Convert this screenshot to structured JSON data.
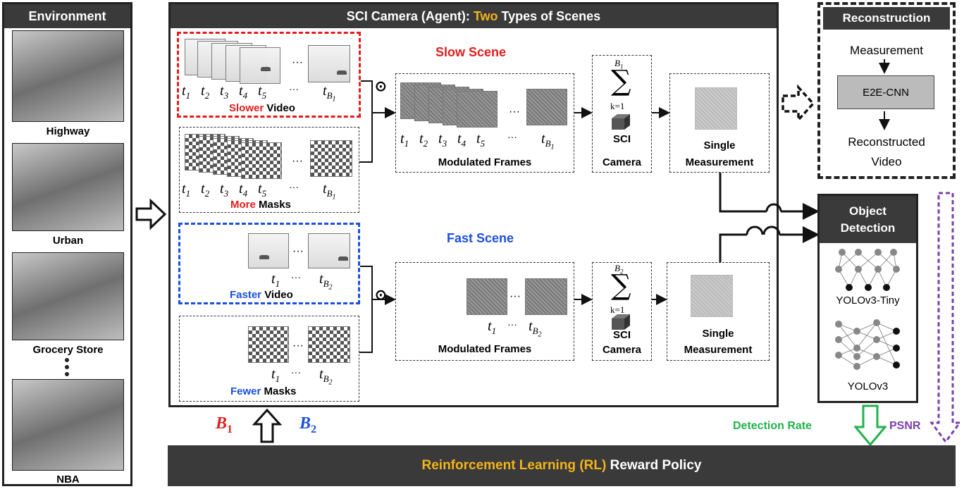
{
  "environment": {
    "title": "Environment",
    "items": [
      "Highway",
      "Urban",
      "Grocery Store",
      "NBA"
    ]
  },
  "camera": {
    "title_prefix": "SCI Camera (Agent): ",
    "title_highlight": "Two",
    "title_suffix": " Types of Scenes",
    "slow_scene": "Slow Scene",
    "fast_scene": "Fast Scene",
    "slower_video_colored": "Slower",
    "slower_video_rest": " Video",
    "more_masks_colored": "More",
    "more_masks_rest": " Masks",
    "faster_video_colored": "Faster",
    "faster_video_rest": " Video",
    "fewer_masks_colored": "Fewer",
    "fewer_masks_rest": " Masks",
    "modulated_frames": "Modulated Frames",
    "sci": "SCI",
    "camera": "Camera",
    "single": "Single",
    "measurement": "Measurement",
    "ellipsis": "···",
    "odot": "⊙",
    "sum_symbol": "∑",
    "sum_upper_1": "B",
    "sum_upper_sub_1": "1",
    "sum_upper_2": "B",
    "sum_upper_sub_2": "2",
    "sum_lower": "k=1",
    "t": "t",
    "slow_indices": [
      "1",
      "2",
      "3",
      "4",
      "5"
    ],
    "fast_indices": [
      "1"
    ],
    "B": "B",
    "B1_sub": "1",
    "B2_sub": "2"
  },
  "reconstruction": {
    "title": "Reconstruction",
    "measurement": "Measurement",
    "model": "E2E-CNN",
    "output_line1": "Reconstructed",
    "output_line2": "Video"
  },
  "detection": {
    "title_line1": "Object",
    "title_line2": "Detection",
    "model1": "YOLOv3-Tiny",
    "model2": "YOLOv3"
  },
  "bottom": {
    "b1": "B",
    "b1_sub": "1",
    "b2": "B",
    "b2_sub": "2",
    "rl_colored": "Reinforcement Learning (RL)",
    "rl_rest": " Reward Policy",
    "detection_rate": "Detection Rate",
    "psnr": "PSNR"
  },
  "colors": {
    "red": "#e31c1c",
    "blue": "#1a4fe0",
    "orange": "#f4b41a",
    "green": "#22b24c",
    "purple": "#7a3fb0",
    "header": "#3a3a3a"
  }
}
